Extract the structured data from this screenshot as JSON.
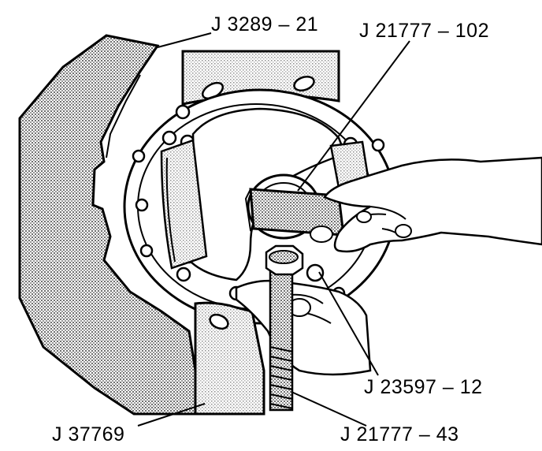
{
  "labels": {
    "j3289_21": "J 3289 – 21",
    "j21777_102": "J 21777 – 102",
    "j23597_12": "J 23597 – 12",
    "j37769": "J 37769",
    "j21777_43": "J 21777 – 43"
  },
  "colors": {
    "line": "#000000",
    "stipple": "#8a8a8a",
    "paper": "#ffffff"
  }
}
